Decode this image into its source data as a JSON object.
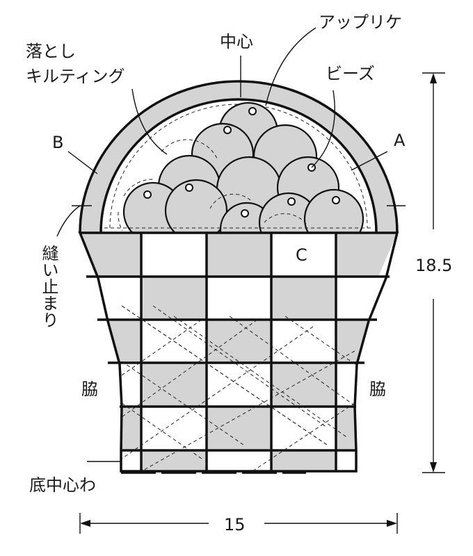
{
  "labels": {
    "otoshi_quilting_line1": "落とし",
    "otoshi_quilting_line2": "キルティング",
    "center_top": "中心",
    "applique": "アップリケ",
    "beads": "ビーズ",
    "part_a": "A",
    "part_b": "B",
    "part_c": "C",
    "sewing_stop": "縫い止まり",
    "side_left": "脇",
    "side_right": "脇",
    "bottom_center_fold": "底中心わ",
    "height_dim": "18.5",
    "width_dim": "15"
  },
  "colors": {
    "fill_gray": "#d4d4d4",
    "line": "#111111",
    "background": "#ffffff"
  }
}
